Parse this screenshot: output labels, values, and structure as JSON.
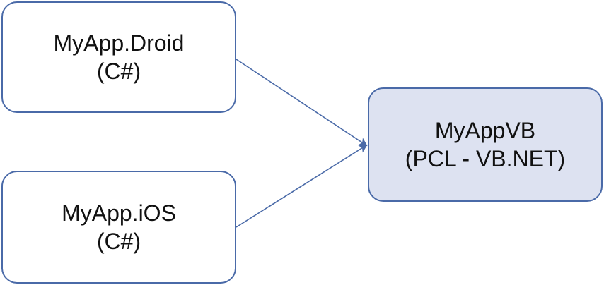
{
  "diagram": {
    "nodes": [
      {
        "id": "droid",
        "line1": "MyApp.Droid",
        "line2": "(C#)"
      },
      {
        "id": "ios",
        "line1": "MyApp.iOS",
        "line2": "(C#)"
      },
      {
        "id": "vb",
        "line1": "MyAppVB",
        "line2": "(PCL - VB.NET)"
      }
    ],
    "edges": [
      {
        "from": "droid",
        "to": "vb"
      },
      {
        "from": "ios",
        "to": "vb"
      }
    ],
    "colors": {
      "border": "#4a6aa8",
      "target_fill": "#dde2f1",
      "arrow": "#4a6aa8"
    }
  }
}
